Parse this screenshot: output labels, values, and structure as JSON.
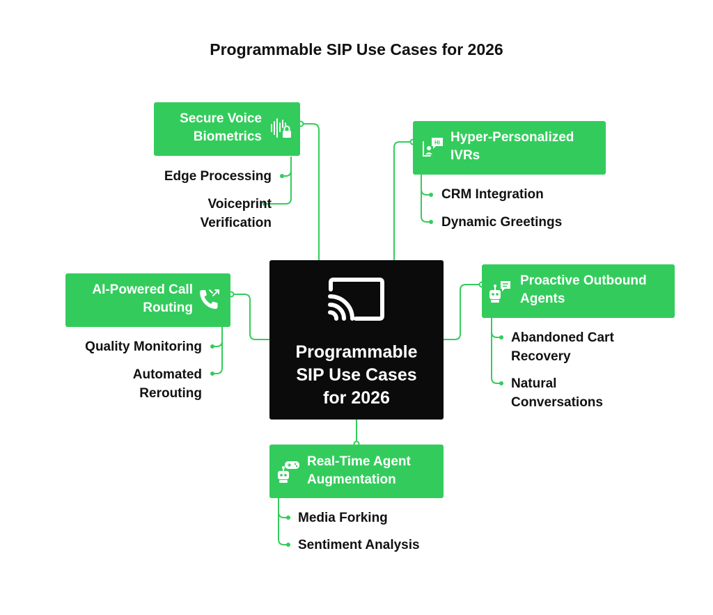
{
  "title": "Programmable SIP Use Cases for 2026",
  "center": {
    "label": "Programmable\nSIP Use Cases\nfor 2026",
    "icon": "cast-icon"
  },
  "branches": {
    "voice_biometrics": {
      "label": "Secure Voice\nBiometrics",
      "icon": "voice-lock-icon",
      "items": [
        "Edge Processing",
        "Voiceprint\nVerification"
      ]
    },
    "ivrs": {
      "label": "Hyper-Personalized\nIVRs",
      "icon": "chat-person-icon",
      "items": [
        "CRM Integration",
        "Dynamic Greetings"
      ]
    },
    "call_routing": {
      "label": "AI-Powered Call\nRouting",
      "icon": "phone-routing-icon",
      "items": [
        "Quality Monitoring",
        "Automated\nRerouting"
      ]
    },
    "outbound": {
      "label": "Proactive Outbound\nAgents",
      "icon": "robot-chat-icon",
      "items": [
        "Abandoned Cart\nRecovery",
        "Natural\nConversations"
      ]
    },
    "augmentation": {
      "label": "Real-Time Agent\nAugmentation",
      "icon": "robot-gamepad-icon",
      "items": [
        "Media Forking",
        "Sentiment Analysis"
      ]
    }
  },
  "colors": {
    "accent": "#33cc5c",
    "center_bg": "#0b0b0b",
    "text": "#111111",
    "background": "#ffffff"
  }
}
